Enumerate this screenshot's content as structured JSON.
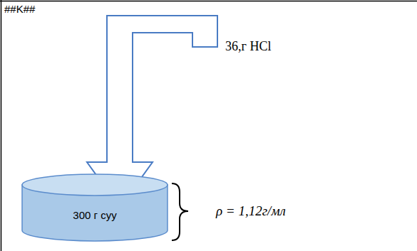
{
  "diagram": {
    "nodes": [
      {
        "text": [
          "300 г суу"
        ]
      }
    ],
    "labels": [
      "##K##",
      "36,г HCl",
      "ρ = 1,12г/мл"
    ]
  }
}
